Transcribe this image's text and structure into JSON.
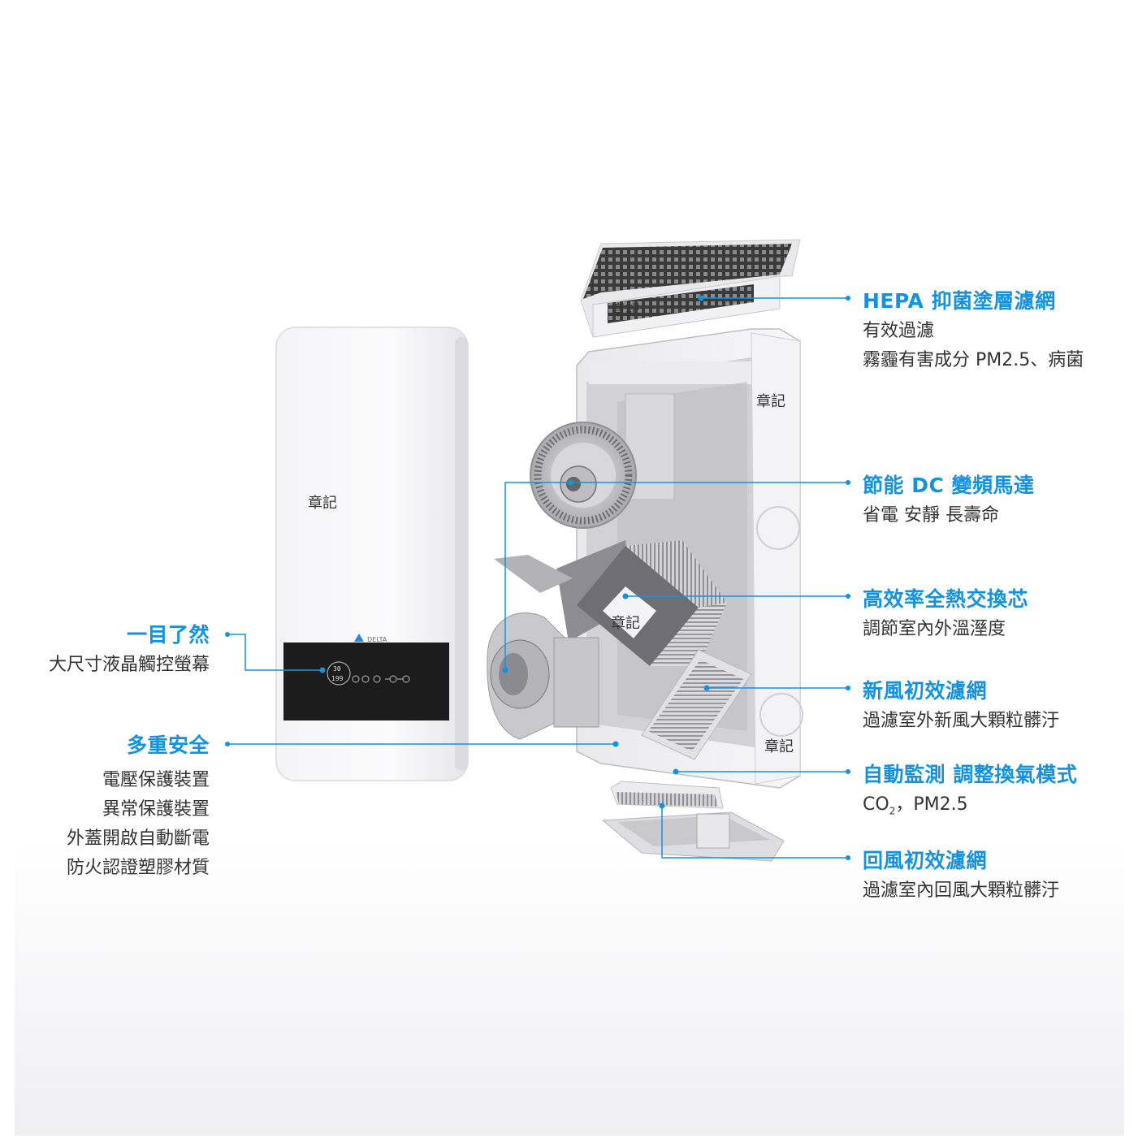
{
  "colors": {
    "accent": "#1592de",
    "text": "#333333",
    "panel": "#1c1c1c"
  },
  "watermark": "章記",
  "brand": "DELTA",
  "display": {
    "temp": "30",
    "value": "199"
  },
  "callouts_right": [
    {
      "title": "HEPA 抑菌塗層濾網",
      "lines": [
        "有效過濾",
        "霧霾有害成分 PM2.5、病菌"
      ]
    },
    {
      "title": "節能 DC 變頻馬達",
      "lines": [
        "省電 安靜 長壽命"
      ]
    },
    {
      "title": "高效率全熱交換芯",
      "lines": [
        "調節室內外溫溼度"
      ]
    },
    {
      "title": "新風初效濾網",
      "lines": [
        "過濾室外新風大顆粒髒汙"
      ]
    },
    {
      "title": "自動監測 調整換氣模式",
      "co2_prefix": "CO",
      "co2_sub": "2",
      "co2_rest": "，PM2.5"
    },
    {
      "title": "回風初效濾網",
      "lines": [
        "過濾室內回風大顆粒髒汙"
      ]
    }
  ],
  "callouts_left": [
    {
      "title": "一目了然",
      "lines": [
        "大尺寸液晶觸控螢幕"
      ]
    },
    {
      "title": "多重安全",
      "lines": [
        "電壓保護裝置",
        "異常保護裝置",
        "外蓋開啟自動斷電",
        "防火認證塑膠材質"
      ]
    }
  ]
}
